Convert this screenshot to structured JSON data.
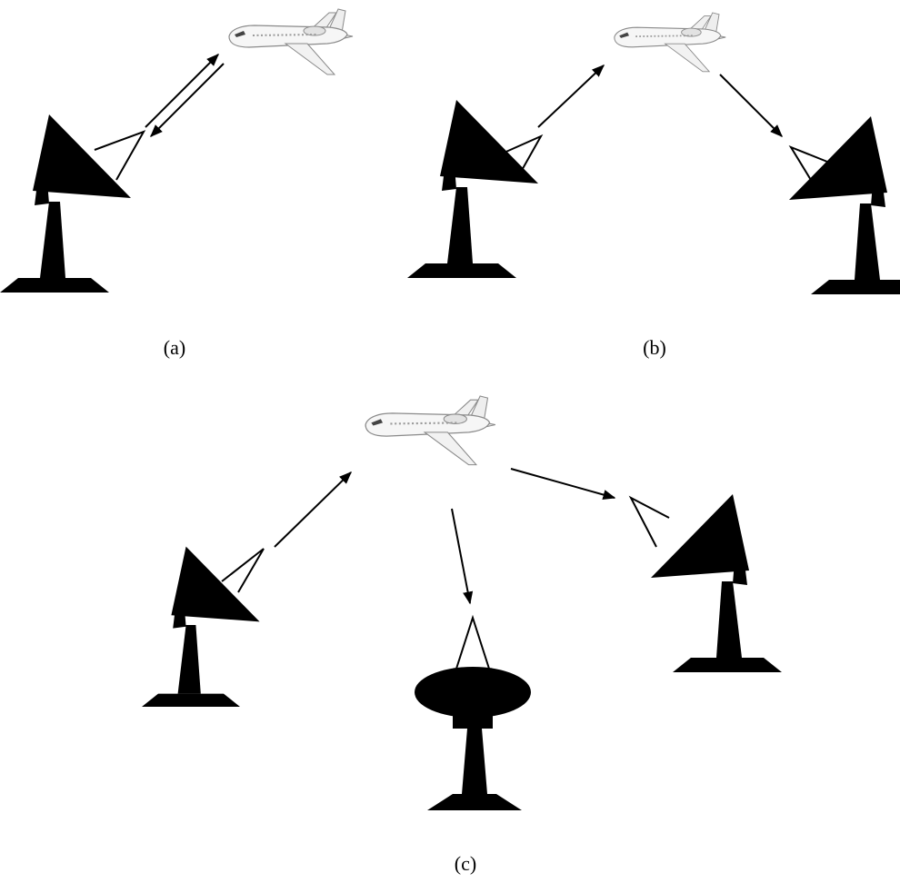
{
  "captions": {
    "a": "(a)",
    "b": "(b)",
    "c": "(c)"
  },
  "icons": {
    "aircraft": "aircraft-icon",
    "dish": "radar-dish-icon"
  },
  "colors": {
    "ink": "#000000",
    "aircraft_body": "#f4f4f4",
    "aircraft_outline": "#8a8a8a"
  }
}
